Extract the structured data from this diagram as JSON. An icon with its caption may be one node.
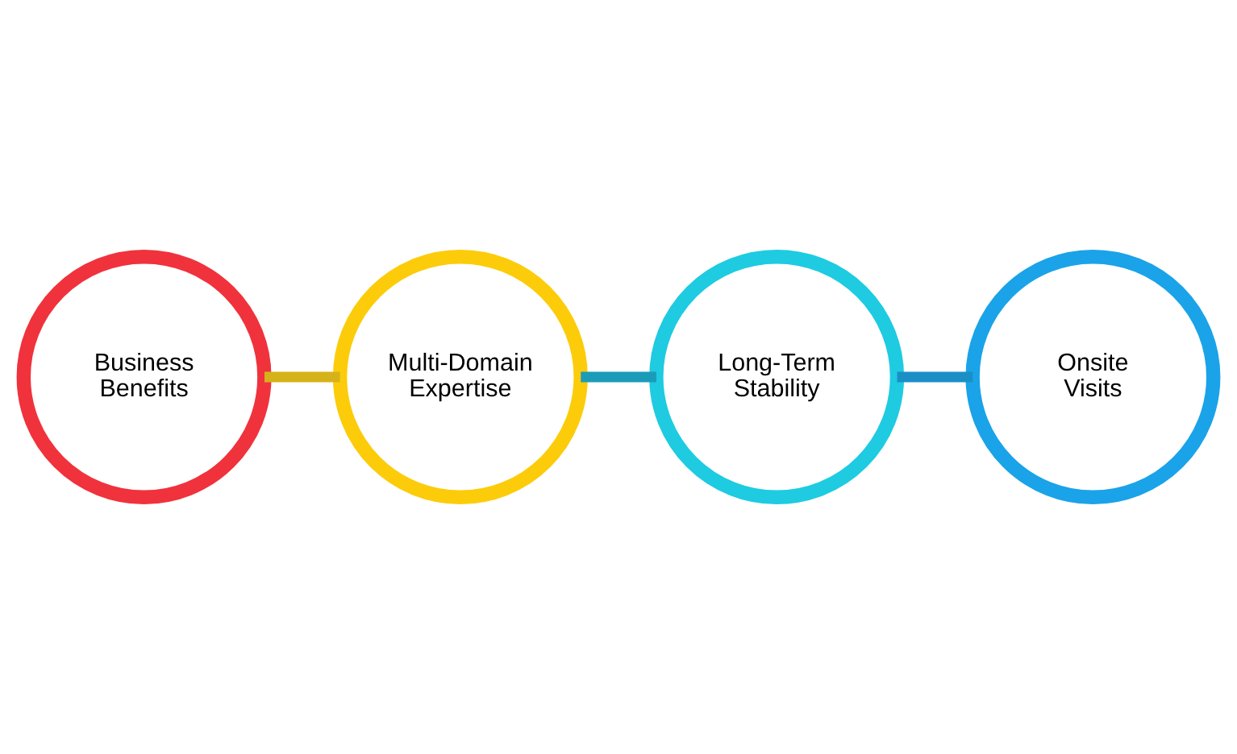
{
  "diagram": {
    "nodes": [
      {
        "text": [
          "Business Benefits"
        ]
      },
      {
        "text": [
          "Multi-Domain Expertise"
        ]
      },
      {
        "text": [
          "Long-Term Stability"
        ]
      },
      {
        "text": [
          "Onsite Visits"
        ]
      }
    ],
    "edges": [
      {
        "from": 0,
        "to": 1,
        "arrow": "none",
        "color": "#d6b21a"
      },
      {
        "from": 1,
        "to": 2,
        "arrow": "none",
        "color": "#1a9cb8"
      },
      {
        "from": 2,
        "to": 3,
        "arrow": "none",
        "color": "#1a8fc6"
      }
    ]
  }
}
